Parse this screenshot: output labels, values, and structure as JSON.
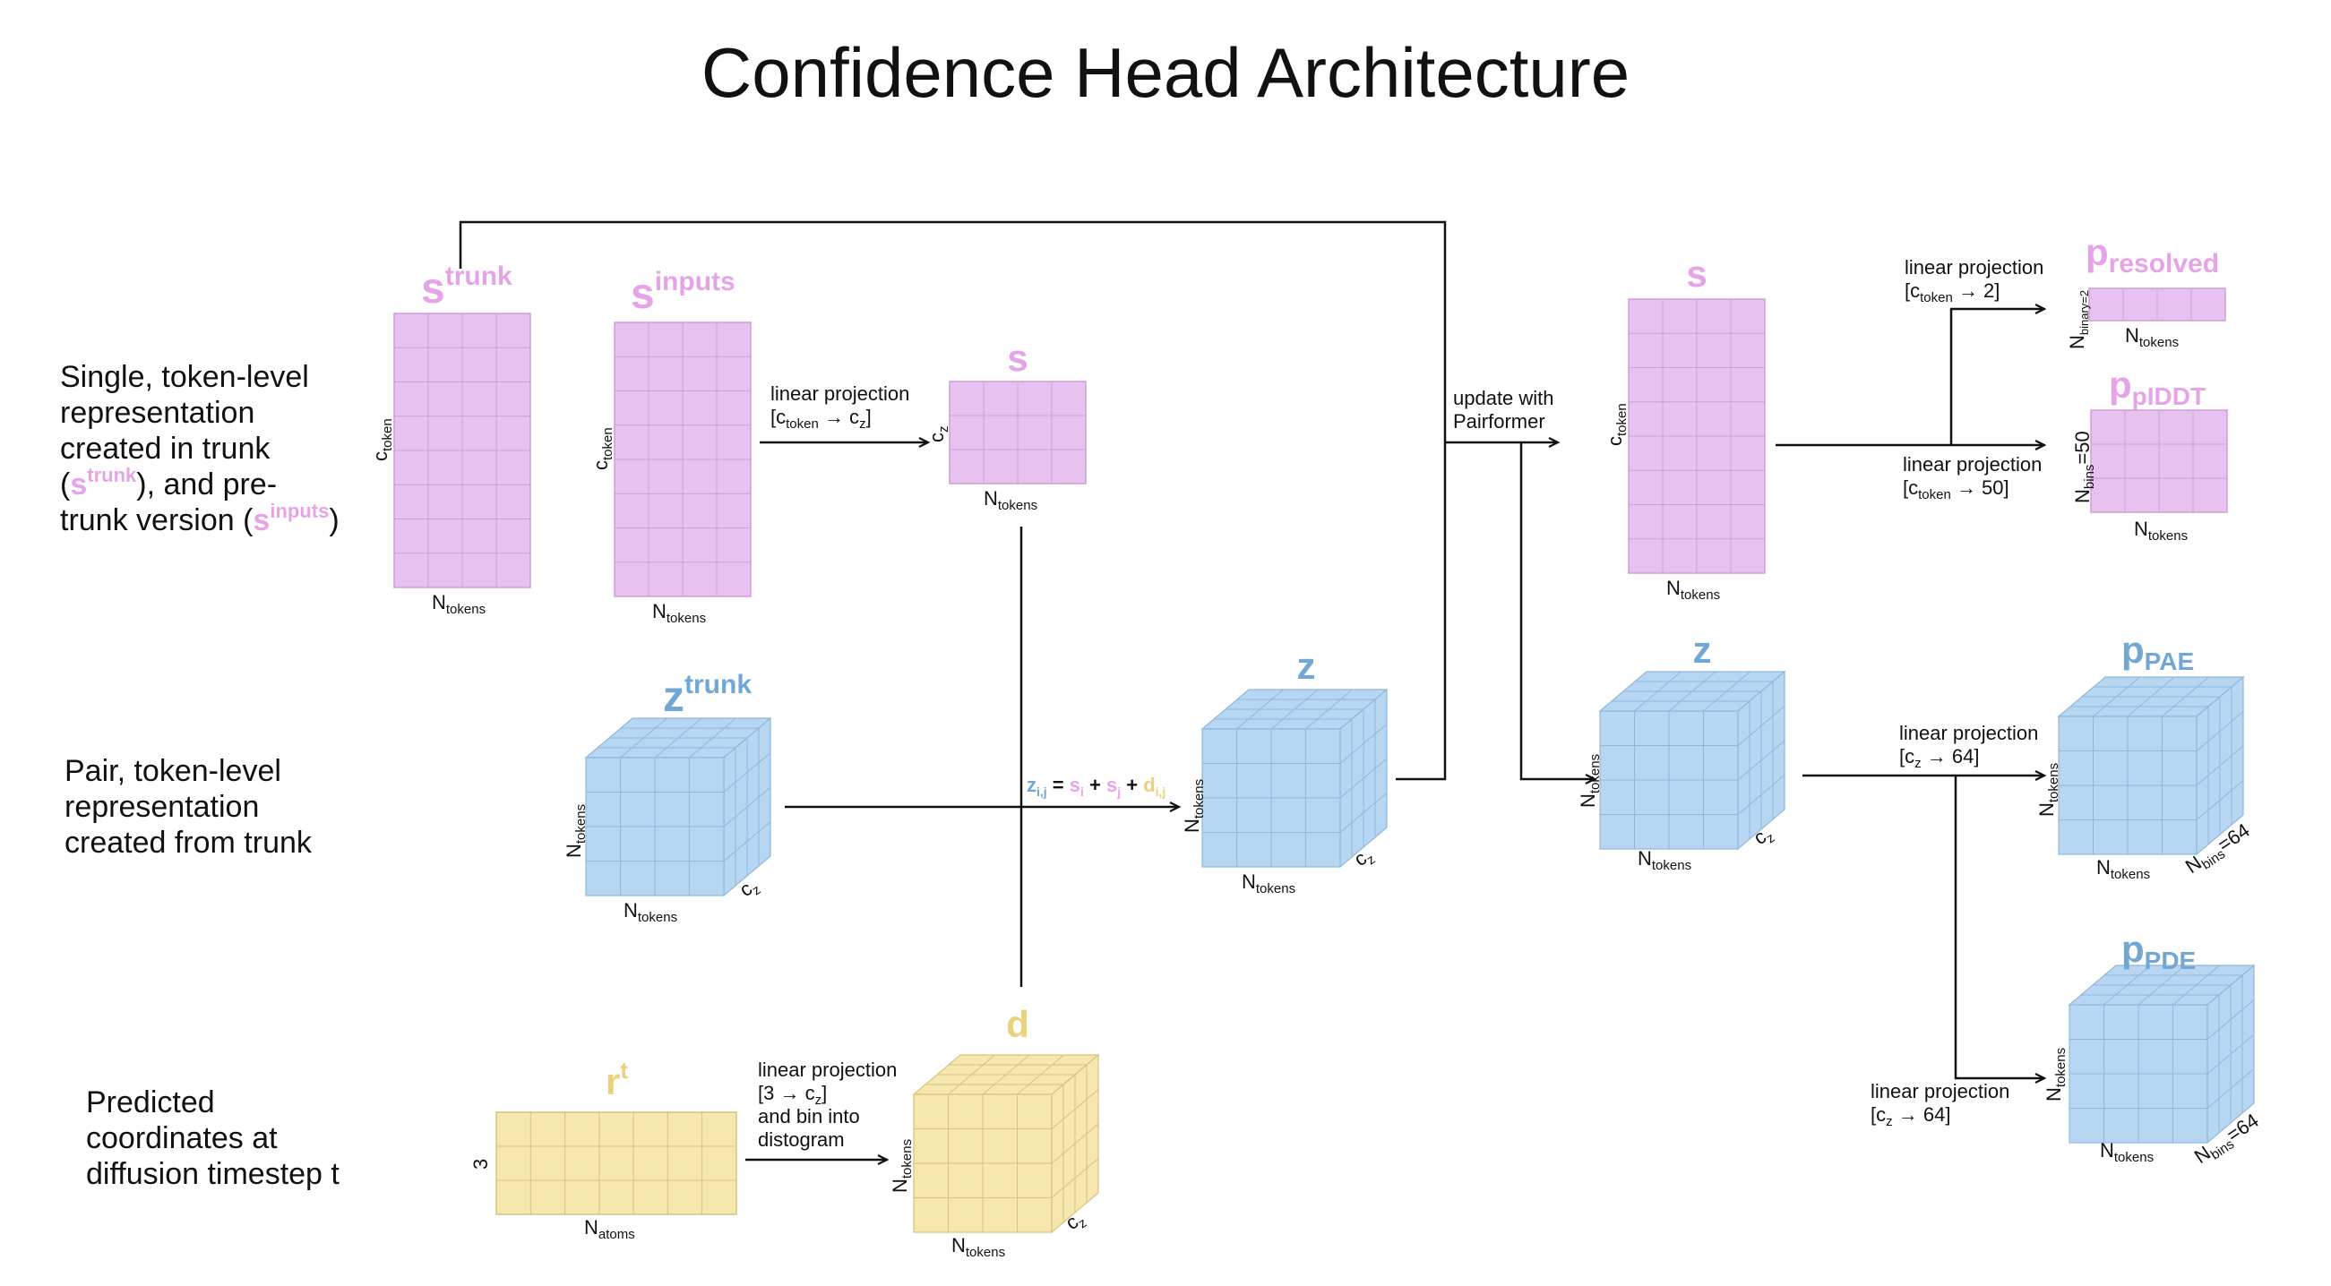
{
  "title": "Confidence Head Architecture",
  "colors": {
    "pink": "#e7a3e8",
    "pink_fill": "#e7c1ef",
    "blue": "#72a7d4",
    "blue_fill": "#b7d6f1",
    "yellow": "#ead17c",
    "yellow_fill": "#f5e7ad"
  },
  "side_labels": {
    "single": {
      "l1": "Single, token-level",
      "l2": "representation",
      "l3": "created in trunk",
      "l4_open": "(",
      "l4_sym": "s",
      "l4_sup": "trunk",
      "l4_rest": "), and pre-",
      "l5_start": "trunk version (",
      "l5_sym": "s",
      "l5_sup": "inputs",
      "l5_close": ")"
    },
    "pair": {
      "l1": "Pair, token-level",
      "l2": "representation",
      "l3": "created from trunk"
    },
    "coords": {
      "l1": "Predicted",
      "l2": "coordinates at",
      "l3": "diffusion timestep t"
    }
  },
  "blocks": {
    "s_trunk": {
      "sym": "s",
      "sup": "trunk",
      "dim_y": "c",
      "dim_y_sub": "token",
      "dim_x": "N",
      "dim_x_sub": "tokens"
    },
    "s_inputs": {
      "sym": "s",
      "sup": "inputs",
      "dim_y": "c",
      "dim_y_sub": "token",
      "dim_x": "N",
      "dim_x_sub": "tokens"
    },
    "s_proj": {
      "sym": "s",
      "dim_y": "c",
      "dim_y_sub": "z",
      "dim_x": "N",
      "dim_x_sub": "tokens"
    },
    "z_trunk": {
      "sym": "z",
      "sup": "trunk",
      "dim_y": "N",
      "dim_y_sub": "tokens",
      "dim_x": "N",
      "dim_x_sub": "tokens",
      "dim_z": "c",
      "dim_z_sub": "z"
    },
    "z_mid": {
      "sym": "z",
      "dim_y": "N",
      "dim_y_sub": "tokens",
      "dim_x": "N",
      "dim_x_sub": "tokens",
      "dim_z": "c",
      "dim_z_sub": "z"
    },
    "r_t": {
      "sym": "r",
      "sup": "t",
      "dim_y": "3",
      "dim_x": "N",
      "dim_x_sub": "atoms"
    },
    "d": {
      "sym": "d",
      "dim_y": "N",
      "dim_y_sub": "tokens",
      "dim_x": "N",
      "dim_x_sub": "tokens",
      "dim_z": "c",
      "dim_z_sub": "z"
    },
    "s_out": {
      "sym": "s",
      "dim_y": "c",
      "dim_y_sub": "token",
      "dim_x": "N",
      "dim_x_sub": "tokens"
    },
    "z_out": {
      "sym": "z",
      "dim_y": "N",
      "dim_y_sub": "tokens",
      "dim_x": "N",
      "dim_x_sub": "tokens",
      "dim_z": "c",
      "dim_z_sub": "z"
    },
    "p_resolved": {
      "sym": "p",
      "sub": "resolved",
      "dim_y": "N",
      "dim_y_sub": "binary=2",
      "dim_x": "N",
      "dim_x_sub": "tokens"
    },
    "p_plddt": {
      "sym": "p",
      "sub": "pIDDT",
      "dim_y": "N",
      "dim_y_sub": "bins",
      "dim_y_rest": "=50",
      "dim_x": "N",
      "dim_x_sub": "tokens"
    },
    "p_pae": {
      "sym": "p",
      "sub": "PAE",
      "dim_y": "N",
      "dim_y_sub": "tokens",
      "dim_x": "N",
      "dim_x_sub": "tokens",
      "dim_z": "N",
      "dim_z_sub": "bins",
      "dim_z_rest": "=64"
    },
    "p_pde": {
      "sym": "p",
      "sub": "PDE",
      "dim_y": "N",
      "dim_y_sub": "tokens",
      "dim_x": "N",
      "dim_x_sub": "tokens",
      "dim_z": "N",
      "dim_z_sub": "bins",
      "dim_z_rest": "=64"
    }
  },
  "edges": {
    "proj_s": {
      "l1": "linear projection",
      "l2_open": "[c",
      "l2_sub1": "token",
      "l2_arrow": " → c",
      "l2_sub2": "z",
      "l2_close": "]"
    },
    "proj_r": {
      "l1": "linear projection",
      "l2_open": "[3 → c",
      "l2_sub": "z",
      "l2_close": "]",
      "l3": "and bin into",
      "l4": "distogram"
    },
    "update": {
      "l1": "update with",
      "l2": "Pairformer"
    },
    "proj_resolved": {
      "l1": "linear projection",
      "l2_open": "[c",
      "l2_sub": "token",
      "l2_rest": " → 2]"
    },
    "proj_plddt": {
      "l1": "linear projection",
      "l2_open": "[c",
      "l2_sub": "token",
      "l2_rest": " → 50]"
    },
    "proj_pae": {
      "l1": "linear projection",
      "l2_open": "[c",
      "l2_sub": "z",
      "l2_rest": " → 64]"
    },
    "proj_pde": {
      "l1": "linear projection",
      "l2_open": "[c",
      "l2_sub": "z",
      "l2_rest": " → 64]"
    }
  },
  "formula": {
    "z": "z",
    "z_sub": "i,j",
    "eq": " = ",
    "si": "s",
    "si_sub": "i",
    "plus1": " + ",
    "sj": "s",
    "sj_sub": "j",
    "plus2": " + ",
    "d": "d",
    "d_sub": "i,j"
  }
}
